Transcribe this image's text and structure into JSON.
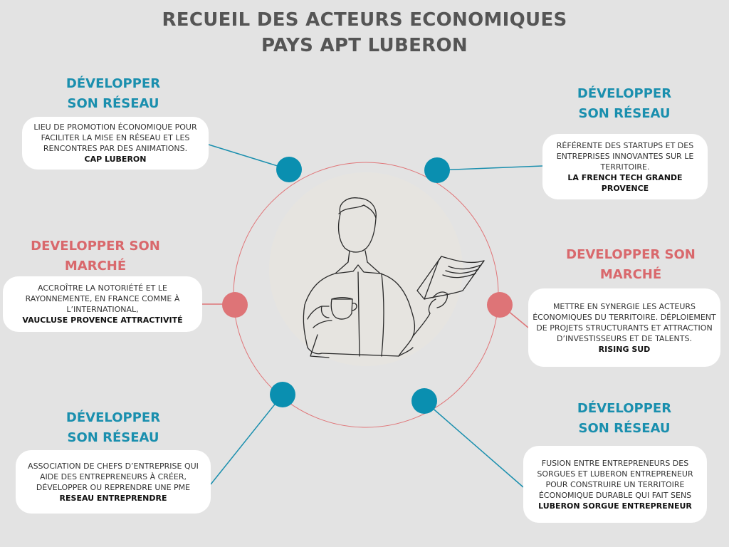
{
  "title": {
    "line1": "RECUEIL DES ACTEURS ECONOMIQUES",
    "line2": "PAYS APT LUBERON"
  },
  "colors": {
    "teal": "#0a8fb0",
    "coral": "#de7477",
    "ring": "#e07578",
    "background": "#e3e3e3",
    "card": "#ffffff"
  },
  "nodes": [
    {
      "heading": [
        "DÉVELOPPER",
        "SON RÉSEAU"
      ],
      "description": "Lieu de promotion économique pour faciliter la mise en réseau et les rencontres par des animations.",
      "organization": "CAP LUBERON"
    },
    {
      "heading": [
        "DÉVELOPPER",
        "SON RÉSEAU"
      ],
      "description": "Référente des startups et des entreprises innovantes sur le territoire.",
      "organization": "LA FRENCH TECH GRANDE PROVENCE"
    },
    {
      "heading": [
        "DEVELOPPER SON",
        "MARCHÉ"
      ],
      "description": "Accroître la notoriété et le rayonnemente, en France comme à l’international,",
      "organization": "VAUCLUSE PROVENCE ATTRACTIVITÉ"
    },
    {
      "heading": [
        "DEVELOPPER SON",
        "MARCHÉ"
      ],
      "description": "Mettre en synergie les acteurs économiques du territoire. Déploiement de projets structurants et attraction d’investisseurs et de talents.",
      "organization": "RISING SUD"
    },
    {
      "heading": [
        "DÉVELOPPER",
        "SON RÉSEAU"
      ],
      "description": "Association de chefs d’entreprise qui aide des entrepreneurs à créer, développer ou reprendre une PME",
      "organization": "RESEAU ENTREPRENDRE"
    },
    {
      "heading": [
        "DÉVELOPPER",
        "SON RÉSEAU"
      ],
      "description": "Fusion entre Entrepreneurs des Sorgues et Luberon Entrepreneur pour construire un territoire économique durable qui fait sens",
      "organization": "LUBERON SORGUE ENTREPRENEUR"
    }
  ]
}
